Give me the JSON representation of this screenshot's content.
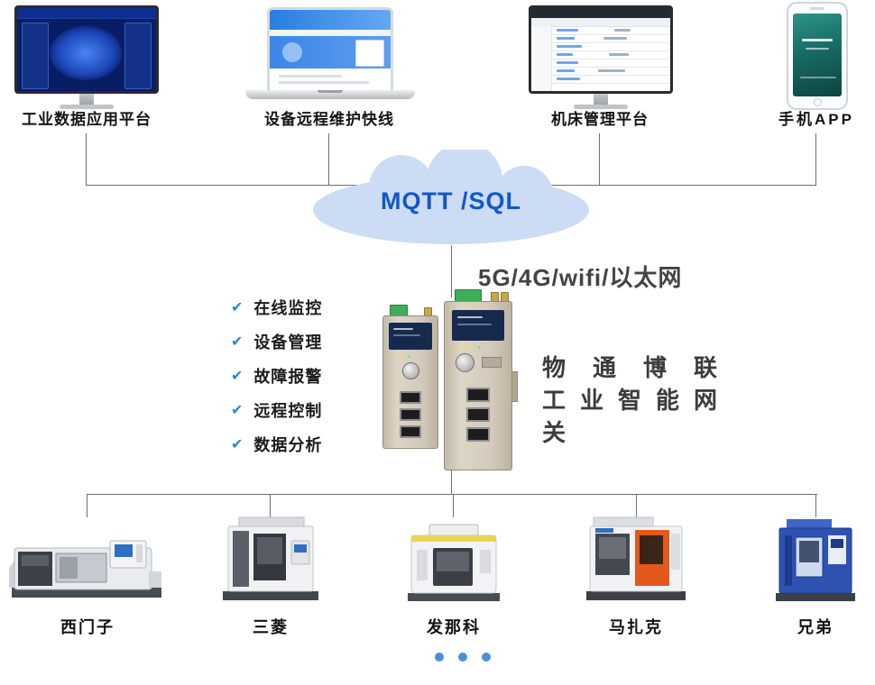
{
  "platforms": [
    {
      "label": "工业数据应用平台"
    },
    {
      "label": "设备远程维护快线"
    },
    {
      "label": "机床管理平台"
    },
    {
      "label": "手机APP"
    }
  ],
  "cloud": {
    "label": "MQTT /SQL"
  },
  "network_label": "5G/4G/wifi/以太网",
  "features": [
    {
      "label": "在线监控"
    },
    {
      "label": "设备管理"
    },
    {
      "label": "故障报警"
    },
    {
      "label": "远程控制"
    },
    {
      "label": "数据分析"
    }
  ],
  "gateway": {
    "name_line": "物 通 博 联",
    "type_line": "工 业 智 能 网 关"
  },
  "machines": [
    {
      "label": "西门子"
    },
    {
      "label": "三菱"
    },
    {
      "label": "发那科"
    },
    {
      "label": "马扎克"
    },
    {
      "label": "兄弟"
    }
  ],
  "icons": {
    "check": "✔"
  },
  "pagination": {
    "dot_count": 3
  },
  "colors": {
    "cloud_fill": "#ccdcf4",
    "cloud_text": "#1157c9",
    "check_blue": "#1e88e5",
    "line_gray": "#6e6e6e",
    "dot_blue": "#4a90d9",
    "gateway_beige": "#d3cabb",
    "mazak_orange": "#e4581e",
    "brother_blue": "#2d52b2"
  }
}
